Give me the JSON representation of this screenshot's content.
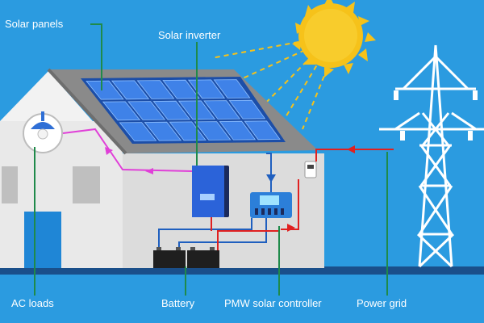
{
  "labels": {
    "solar_panels": "Solar panels",
    "solar_inverter": "Solar inverter",
    "ac_loads": "AC loads",
    "battery": "Battery",
    "pmw_controller": "PMW solar controller",
    "power_grid": "Power grid"
  },
  "colors": {
    "sky": "#2b9be0",
    "house_wall": "#e8e8e8",
    "roof": "#8a8a8a",
    "panel": "#2f6fd6",
    "ground": "#1a4f8a",
    "sun": "#f6c21a",
    "dc_line": "#1f5fbf",
    "grid_line": "#e02020",
    "ac_line": "#e040d8",
    "leader": "#1f8a4a",
    "tower": "#ffffff"
  },
  "icons": [
    "sun-icon",
    "light-bulb-icon",
    "inverter-icon",
    "controller-icon",
    "battery-icon",
    "meter-icon",
    "transmission-tower-icon"
  ]
}
